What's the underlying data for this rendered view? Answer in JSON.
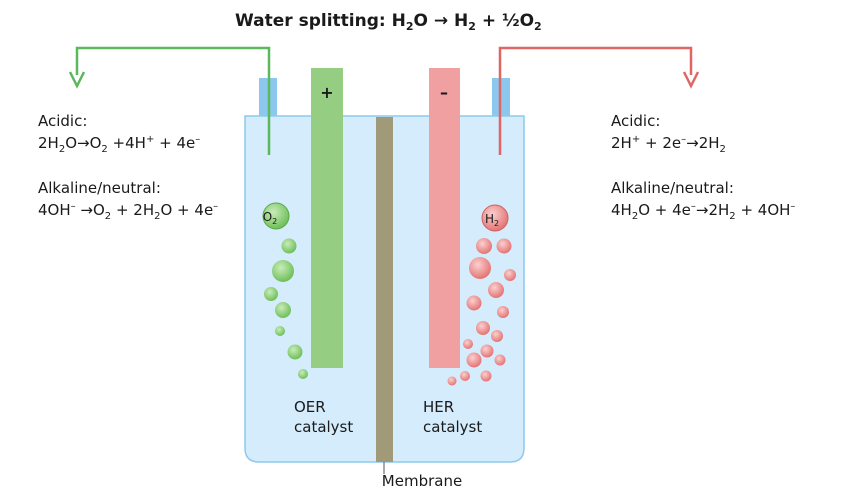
{
  "title": {
    "prefix": "Water splitting: H",
    "sub1": "2",
    "mid1": "O → H",
    "sub2": "2",
    "mid2": " + ½O",
    "sub3": "2"
  },
  "electrodes": {
    "anode_sign": "+",
    "cathode_sign": "–"
  },
  "left_reactions": {
    "acidic_heading": "Acidic:",
    "acidic_eq": {
      "p1": "2H",
      "s1": "2",
      "p2": "O",
      "arrow": "→",
      "p3": "O",
      "s2": "2",
      "p4": " +4H",
      "sup1": "+",
      "p5": " + 4e",
      "sup2": "–"
    },
    "alkaline_heading": "Alkaline/neutral:",
    "alkaline_eq": {
      "p1": "4OH",
      "sup1": "–",
      "arrow": " →",
      "p2": "O",
      "s1": "2",
      "p3": " + 2H",
      "s2": "2",
      "p4": "O + 4e",
      "sup2": "–"
    }
  },
  "right_reactions": {
    "acidic_heading": "Acidic:",
    "acidic_eq": {
      "p1": "2H",
      "sup1": "+",
      "p2": " + 2e",
      "sup2": "–",
      "arrow": "→",
      "p3": "2H",
      "s1": "2"
    },
    "alkaline_heading": "Alkaline/neutral:",
    "alkaline_eq": {
      "p1": "4H",
      "s1": "2",
      "p2": "O + 4e",
      "sup1": "–",
      "arrow": "→",
      "p3": "2H",
      "s2": "2",
      "p4": " + 4OH",
      "sup2": "–"
    }
  },
  "bubbles": {
    "o2": {
      "main": "O",
      "sub": "2"
    },
    "h2": {
      "main": "H",
      "sub": "2"
    }
  },
  "catalysts": {
    "oer_line1": "OER",
    "oer_line2": "catalyst",
    "her_line1": "HER",
    "her_line2": "catalyst"
  },
  "membrane_label": "Membrane",
  "colors": {
    "electrolyte": "#d4ecfb",
    "tank_border": "#8ccaee",
    "anode": "#95cd82",
    "cathode": "#f0a0a0",
    "membrane": "#a09a78",
    "green_wire": "#5cb85c",
    "red_wire": "#e06666",
    "tube": "#8cc8ee"
  }
}
